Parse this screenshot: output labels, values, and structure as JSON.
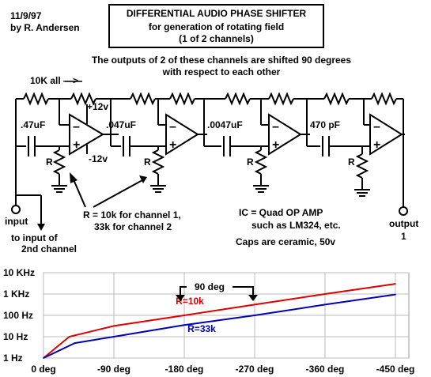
{
  "header": {
    "date": "11/9/97",
    "author": "by R. Andersen",
    "title_line1": "DIFFERENTIAL AUDIO PHASE SHIFTER",
    "title_line2": "for generation of rotating field",
    "title_line3": "(1 of 2 channels)",
    "note_line1": "The outputs of 2 of these channels are shifted 90 degrees",
    "note_line2": "with respect to each other"
  },
  "circuit": {
    "resistor_note": "10K all —>",
    "supply_pos": "+12v",
    "supply_neg": "-12v",
    "cap1": ".47uF",
    "cap2": ".047uF",
    "cap3": ".0047uF",
    "cap4": "470 pF",
    "r_label": "R",
    "input_label": "input",
    "to_input_line1": "to input of",
    "to_input_line2": "2nd channel",
    "r_note_line1": "R = 10k for channel 1,",
    "r_note_line2": "33k for channel 2",
    "ic_line1": "IC = Quad OP AMP",
    "ic_line2": "such as LM324, etc.",
    "caps_note": "Caps are ceramic, 50v",
    "output_label": "output",
    "output_number": "1"
  },
  "chart_data": {
    "type": "line",
    "title": "",
    "xlabel": "",
    "ylabel": "",
    "y_scale": "log",
    "ylim": [
      1,
      10000
    ],
    "xlim": [
      0,
      -450
    ],
    "grid": true,
    "x_ticks": [
      "0 deg",
      "-90 deg",
      "-180 deg",
      "-270 deg",
      "-360 deg",
      "-450 deg"
    ],
    "y_ticks": [
      "10 KHz",
      "1 KHz",
      "100 Hz",
      "10 Hz",
      "1 Hz"
    ],
    "series": [
      {
        "name": "R=10k",
        "color": "#dd0000",
        "x": [
          0,
          -33,
          -90,
          -180,
          -270,
          -360,
          -450
        ],
        "y": [
          1,
          10,
          32,
          100,
          320,
          1000,
          3000
        ]
      },
      {
        "name": "R=33k",
        "color": "#0000bb",
        "x": [
          0,
          -40,
          -90,
          -180,
          -270,
          -360,
          -450
        ],
        "y": [
          1,
          5,
          10,
          35,
          100,
          320,
          950
        ]
      }
    ],
    "annotation": "90 deg"
  }
}
